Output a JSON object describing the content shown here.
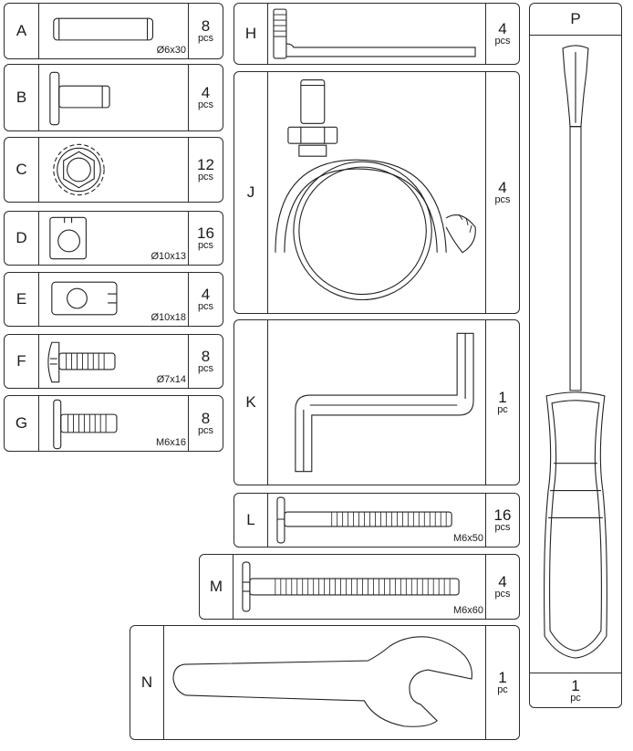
{
  "parts": [
    {
      "id": "A",
      "letter": "A",
      "count": "8",
      "unit": "pcs",
      "size": "Ø6x30",
      "icon": "dowel-icon"
    },
    {
      "id": "B",
      "letter": "B",
      "count": "4",
      "unit": "pcs",
      "size": "",
      "icon": "flange-bolt-icon"
    },
    {
      "id": "C",
      "letter": "C",
      "count": "12",
      "unit": "pcs",
      "size": "",
      "icon": "serrated-nut-icon"
    },
    {
      "id": "D",
      "letter": "D",
      "count": "16",
      "unit": "pcs",
      "size": "Ø10x13",
      "icon": "cam-lock-icon"
    },
    {
      "id": "E",
      "letter": "E",
      "count": "4",
      "unit": "pcs",
      "size": "Ø10x18",
      "icon": "barrel-nut-icon"
    },
    {
      "id": "F",
      "letter": "F",
      "count": "8",
      "unit": "pcs",
      "size": "Ø7x14",
      "icon": "connector-screw-icon"
    },
    {
      "id": "G",
      "letter": "G",
      "count": "8",
      "unit": "pcs",
      "size": "M6x16",
      "icon": "short-bolt-icon"
    },
    {
      "id": "H",
      "letter": "H",
      "count": "4",
      "unit": "pcs",
      "size": "",
      "icon": "l-pin-icon"
    },
    {
      "id": "J",
      "letter": "J",
      "count": "4",
      "unit": "pcs",
      "size": "",
      "icon": "caster-wheel-icon"
    },
    {
      "id": "K",
      "letter": "K",
      "count": "1",
      "unit": "pc",
      "size": "",
      "icon": "allen-key-icon"
    },
    {
      "id": "L",
      "letter": "L",
      "count": "16",
      "unit": "pcs",
      "size": "M6x50",
      "icon": "long-bolt-icon"
    },
    {
      "id": "M",
      "letter": "M",
      "count": "4",
      "unit": "pcs",
      "size": "M6x60",
      "icon": "extra-long-bolt-icon"
    },
    {
      "id": "N",
      "letter": "N",
      "count": "1",
      "unit": "pc",
      "size": "",
      "icon": "wrench-icon"
    },
    {
      "id": "P",
      "letter": "P",
      "count": "1",
      "unit": "pc",
      "size": "",
      "icon": "screwdriver-icon"
    }
  ]
}
